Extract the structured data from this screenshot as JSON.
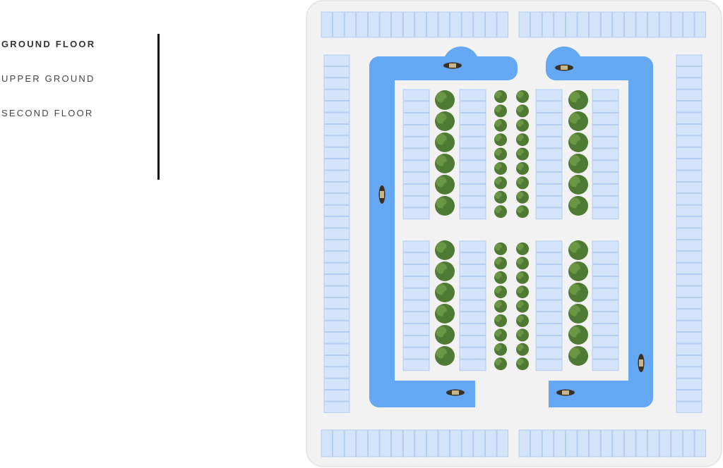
{
  "floor_nav": {
    "items": [
      {
        "label": "GROUND FLOOR",
        "active": true
      },
      {
        "label": "UPPER GROUND",
        "active": false
      },
      {
        "label": "SECOND FLOOR",
        "active": false
      }
    ]
  },
  "map": {
    "name": "ground-floor-plan",
    "colors": {
      "background": "#f2f2f2",
      "border": "#e3e3e3",
      "unit_fill": "#d3e4fb",
      "unit_edge": "#a8c6f0",
      "water": "#64a7f2",
      "tree": "#4f7a33",
      "tree_light": "#78a34a",
      "boat": "#3a3224"
    },
    "unit_blocks": [
      {
        "id": "north-west",
        "units": 16,
        "orientation": "horizontal"
      },
      {
        "id": "north-east",
        "units": 16,
        "orientation": "horizontal"
      },
      {
        "id": "south-west",
        "units": 16,
        "orientation": "horizontal"
      },
      {
        "id": "south-east",
        "units": 16,
        "orientation": "horizontal"
      },
      {
        "id": "west",
        "units": 31,
        "orientation": "vertical"
      },
      {
        "id": "east",
        "units": 31,
        "orientation": "vertical"
      },
      {
        "id": "inner-upper",
        "columns": 4,
        "units_per_column": 11,
        "orientation": "vertical"
      },
      {
        "id": "inner-lower",
        "columns": 4,
        "units_per_column": 11,
        "orientation": "vertical"
      }
    ],
    "tree_counts": {
      "large_per_column": 6,
      "small_per_column": 9
    },
    "boats": 6
  }
}
